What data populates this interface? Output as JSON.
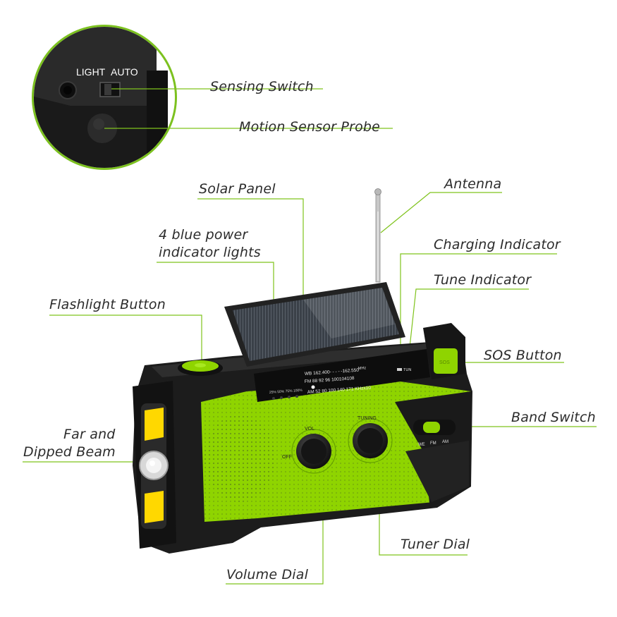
{
  "inset": {
    "light_text": "LIGHT",
    "auto_text": "AUTO"
  },
  "labels": {
    "sensing_switch": "Sensing Switch",
    "motion_sensor_probe": "Motion Sensor Probe",
    "solar_panel": "Solar Panel",
    "antenna": "Antenna",
    "power_lights_line1": "4 blue power",
    "power_lights_line2": "indicator lights",
    "charging_indicator": "Charging Indicator",
    "tune_indicator": "Tune Indicator",
    "flashlight_button": "Flashlight Button",
    "sos_button": "SOS Button",
    "band_switch": "Band Switch",
    "beam_line1": "Far and",
    "beam_line2": "Dipped Beam",
    "tuner_dial": "Tuner Dial",
    "volume_dial": "Volume Dial"
  },
  "radio_panel": {
    "wb_line": "WB  162.400- - - - -162.550",
    "mhz": "MHz",
    "fm_line": "FM   88   92   96  100104108",
    "am_line": "AM  52   80   100   140  171 KHzx10",
    "power_levels": "25%  50%  75%  100%",
    "tun_text": "TUN",
    "vol_text": "VOL",
    "off_text": "OFF",
    "tuning_text": "TUNING",
    "band_we": "WE",
    "band_fm": "FM",
    "band_am": "AM",
    "sos_text": "SOS"
  },
  "colors": {
    "accent_green": "#8fd400",
    "callout_line": "#7fc31c",
    "body_black": "#1c1c1c",
    "flash_yellow": "#ffd800"
  }
}
